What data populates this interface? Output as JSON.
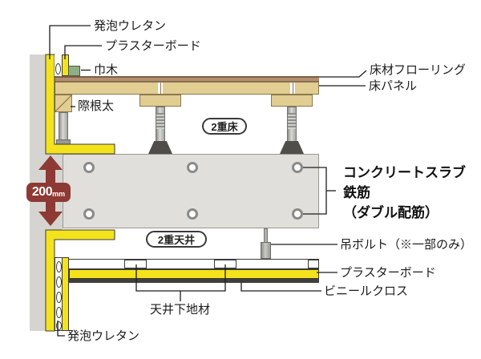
{
  "diagram": {
    "type": "architectural-section",
    "labels": {
      "urethane_top": "発泡ウレタン",
      "plasterboard_top": "プラスターボード",
      "baseboard": "巾木",
      "edge_joist": "際根太",
      "flooring": "床材フローリング",
      "floor_panel": "床パネル",
      "double_floor": "2重床",
      "concrete_slab": "コンクリートスラブ",
      "rebar": "鉄筋",
      "double_rebar": "（ダブル配筋）",
      "double_ceiling": "2重天井",
      "hanging_bolt": "吊ボルト（※一部のみ）",
      "plasterboard_bottom": "プラスターボード",
      "vinyl_cloth": "ビニールクロス",
      "ceiling_base": "天井下地材",
      "urethane_bottom": "発泡ウレタン"
    },
    "dimension": {
      "value": "200",
      "unit": "mm"
    },
    "colors": {
      "insulation_yellow": "#f4e31c",
      "dimension_maroon": "#8d3a35",
      "wall_gray": "#d5d4d0",
      "slab_gray": "#e0dfdb",
      "wood_tan": "#e2cd92",
      "flooring_brown": "#b18f70",
      "baseboard_green": "#8fae83"
    }
  }
}
